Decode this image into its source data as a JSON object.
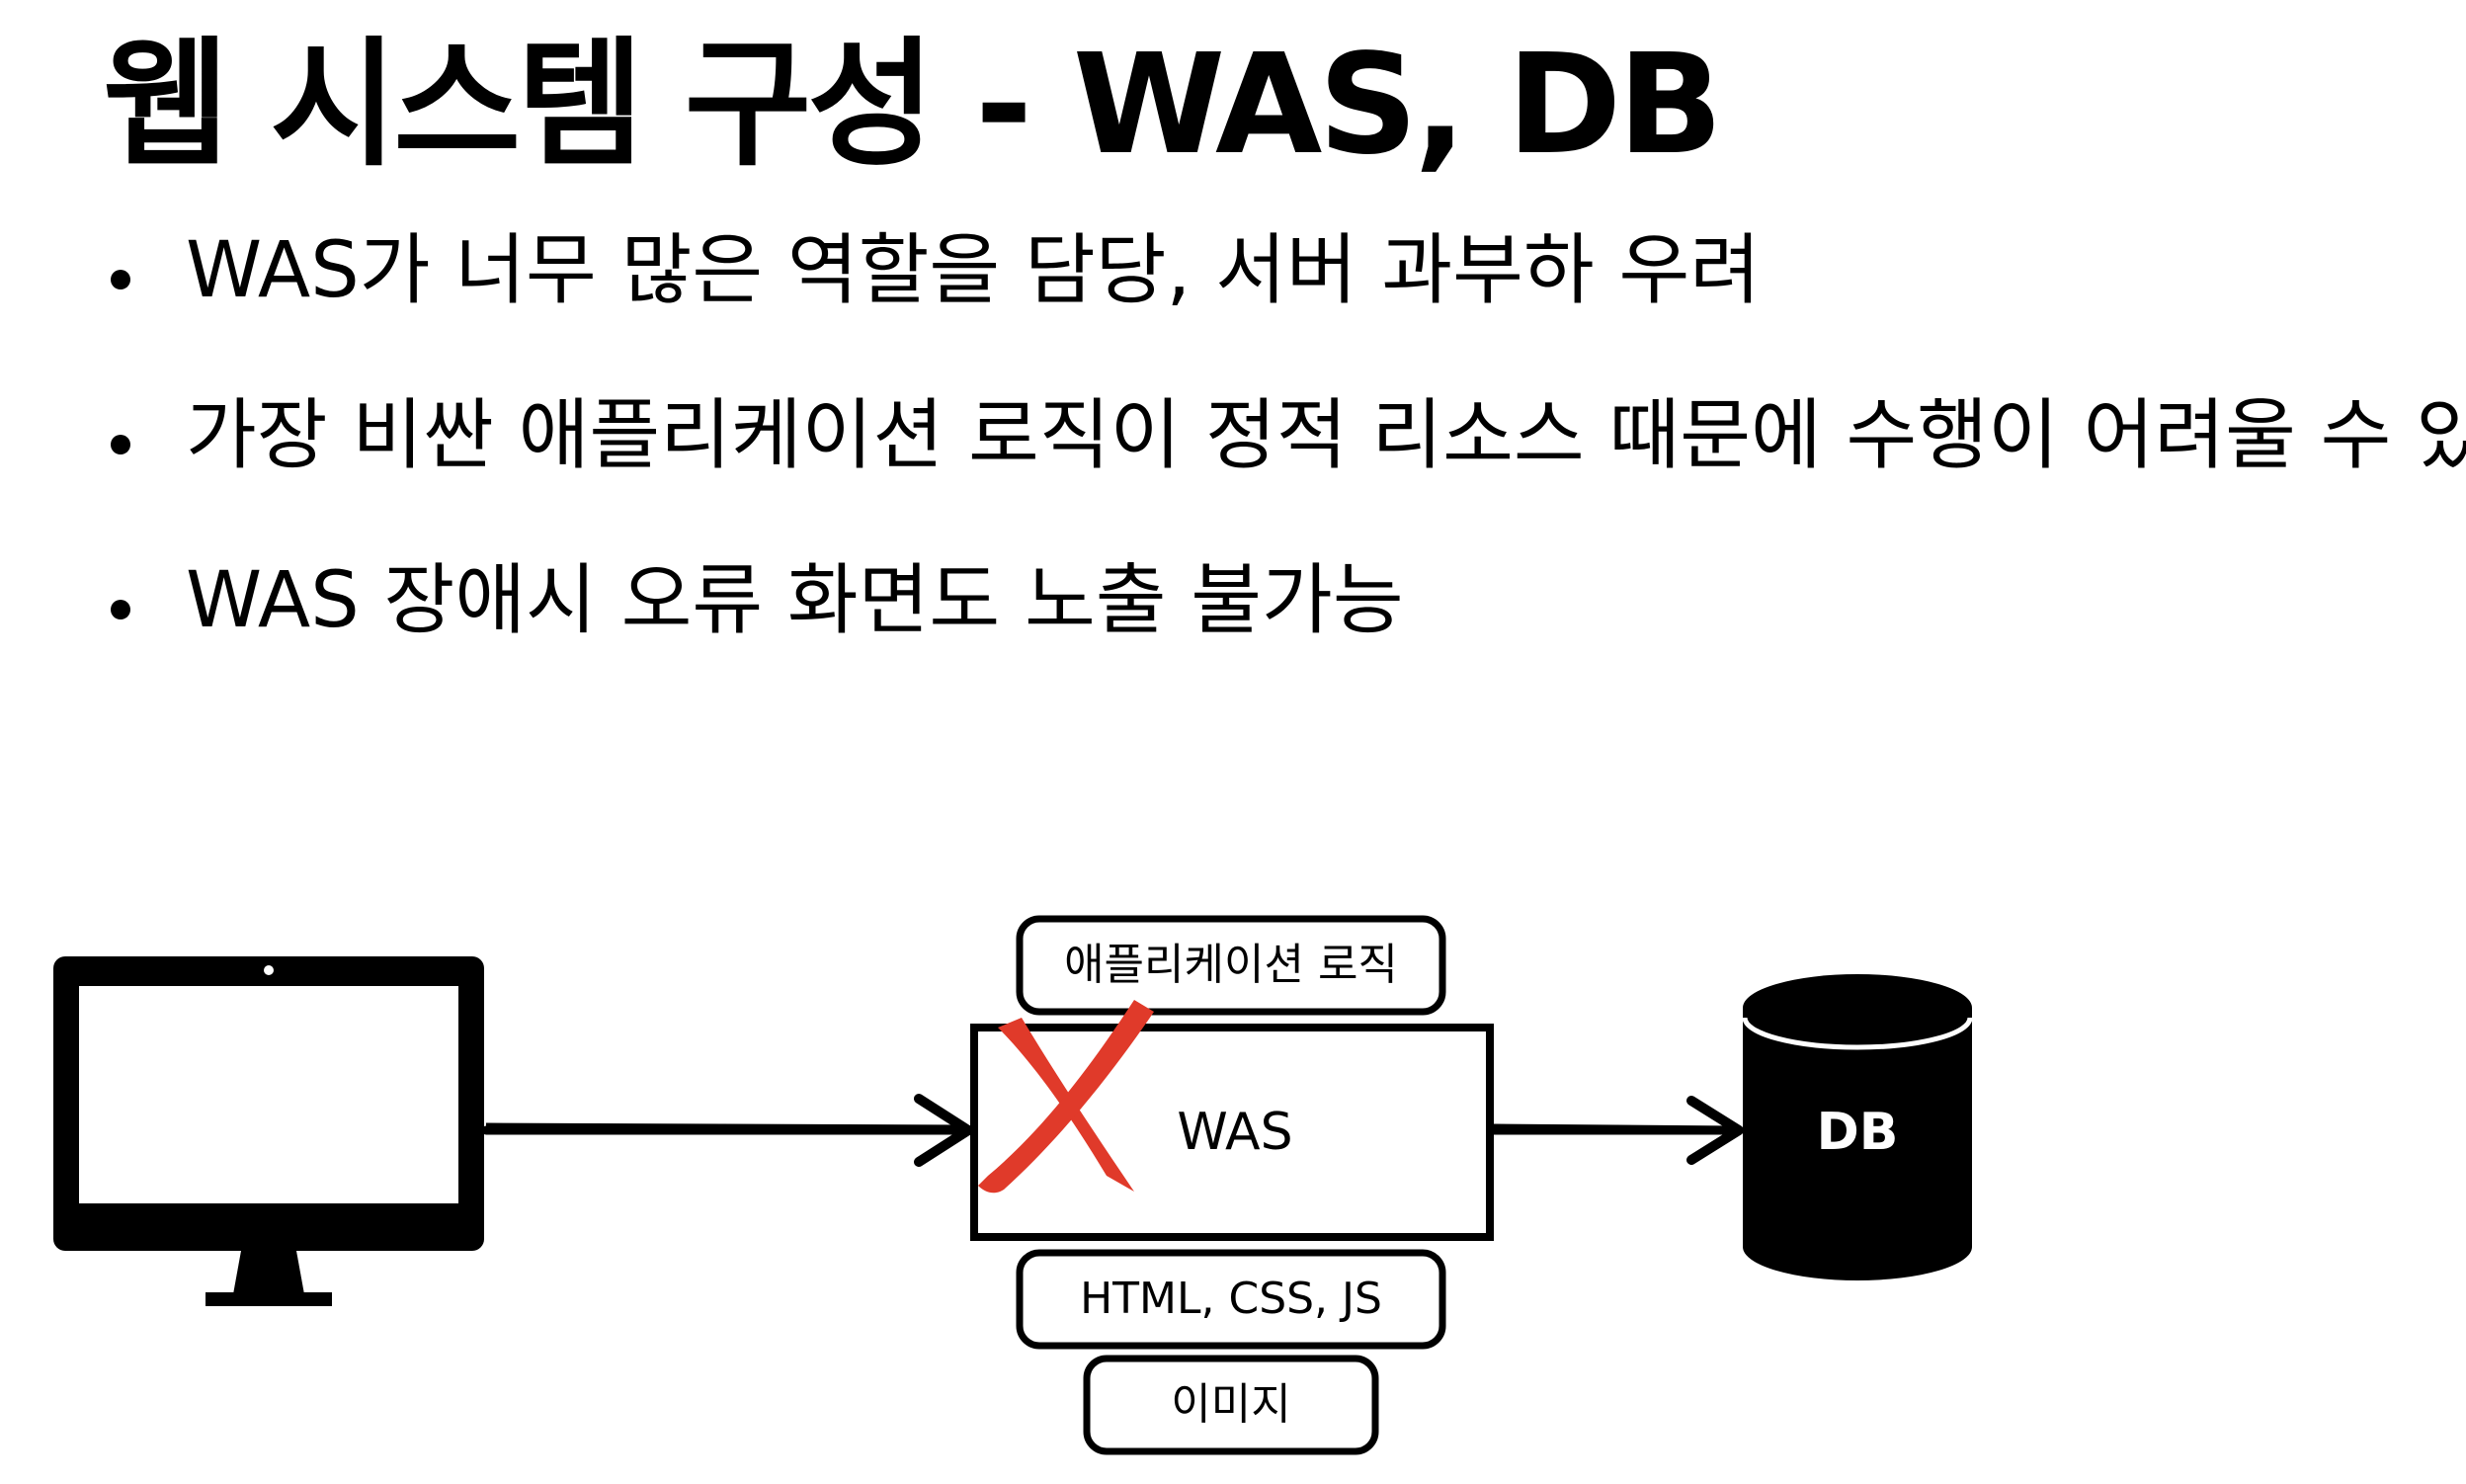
{
  "slide": {
    "title": "웹 시스템 구성 - WAS, DB",
    "bullets": [
      "WAS가 너무 많은 역할을 담당, 서버 과부하 우려",
      "가장 비싼 애플리케이션 로직이 정적 리소스 때문에 수행이 어려울 수 있음",
      "WAS 장애시 오류 화면도 노출 불가능"
    ]
  },
  "diagram": {
    "client_icon": "monitor-icon",
    "app_logic_label": "애플리케이션 로직",
    "was_label": "WAS",
    "static_label": "HTML, CSS, JS",
    "image_label": "이미지",
    "db_label": "DB",
    "failure_mark_color": "#e03a2a"
  }
}
